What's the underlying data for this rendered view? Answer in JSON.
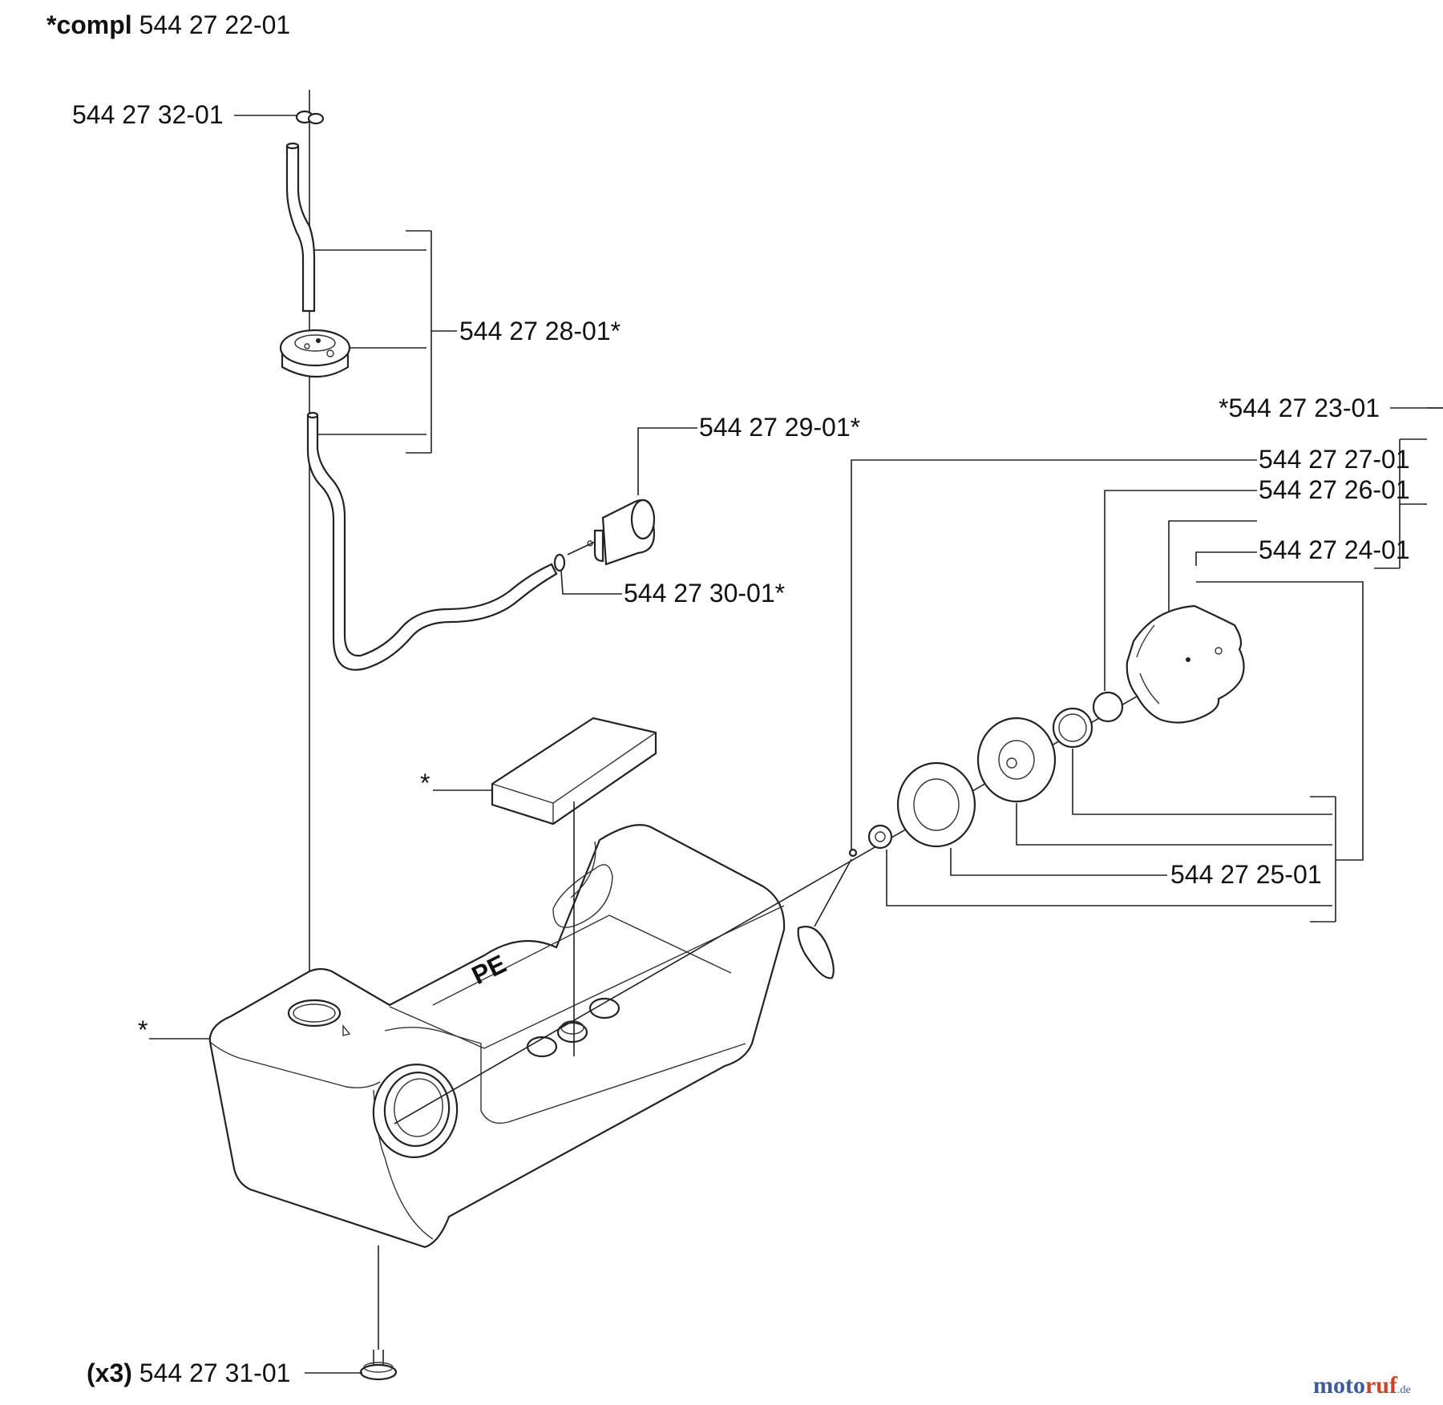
{
  "title": {
    "prefix": "*compl",
    "number": "544 27 22-01"
  },
  "callouts": [
    {
      "id": "c1",
      "text": "544 27 32-01"
    },
    {
      "id": "c2",
      "text": "544 27 28-01*"
    },
    {
      "id": "c3",
      "text": "544 27 29-01*"
    },
    {
      "id": "c4",
      "text": "544 27 30-01*"
    },
    {
      "id": "c5",
      "text": "*544 27 23-01"
    },
    {
      "id": "c6",
      "text": "544 27 27-01"
    },
    {
      "id": "c7",
      "text": "544 27 26-01"
    },
    {
      "id": "c8",
      "text": "544 27 24-01"
    },
    {
      "id": "c9",
      "text": "544 27 25-01"
    },
    {
      "id": "c10",
      "text": "*"
    },
    {
      "id": "c11",
      "text": "*"
    }
  ],
  "bottom_callout": {
    "qty": "(x3)",
    "number": "544 27 31-01"
  },
  "tank_marking": "PE",
  "watermark": {
    "a": "moto",
    "b": "ruf",
    "c": ".de"
  }
}
